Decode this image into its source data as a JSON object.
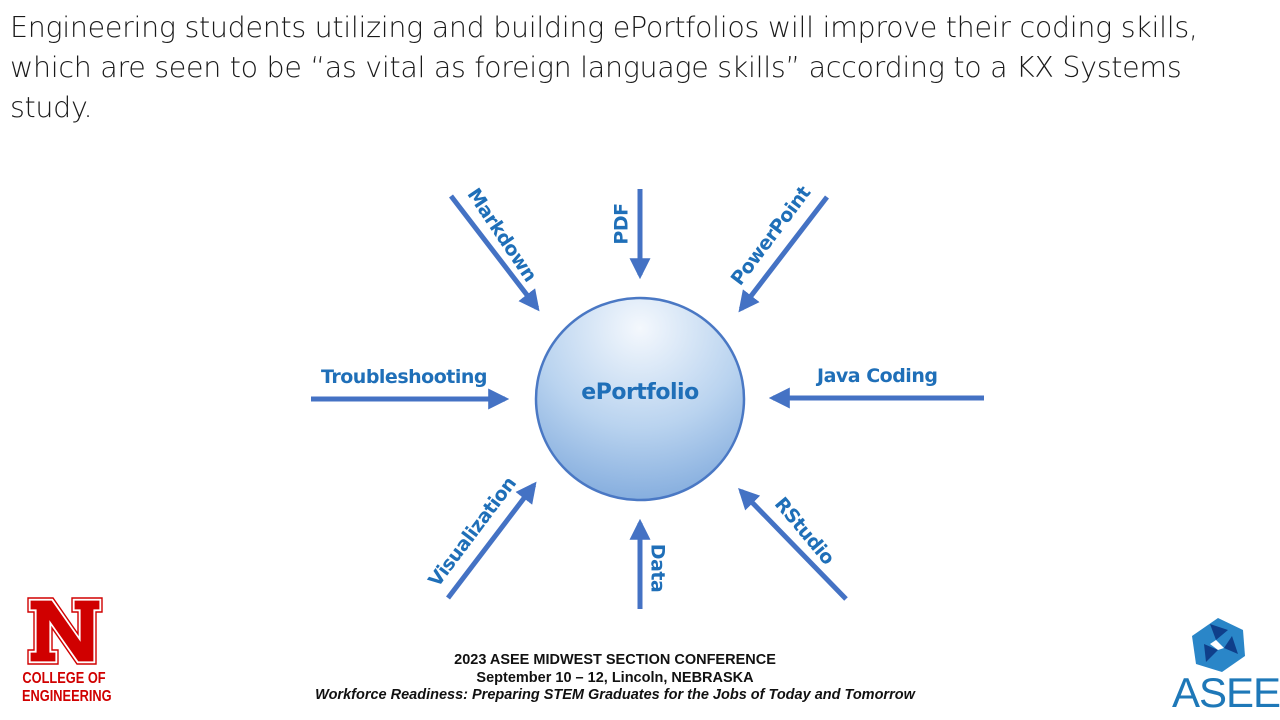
{
  "slide": {
    "headline": "Engineering students utilizing and building ePortfolios will improve their coding skills, which are seen to be “as vital as foreign language skills” according to a KX Systems study."
  },
  "diagram": {
    "center": "ePortfolio",
    "inputs": [
      {
        "label": "Markdown",
        "position": "top-left"
      },
      {
        "label": "PDF",
        "position": "top"
      },
      {
        "label": "PowerPoint",
        "position": "top-right"
      },
      {
        "label": "Troubleshooting",
        "position": "left"
      },
      {
        "label": "Java Coding",
        "position": "right"
      },
      {
        "label": "Visualization",
        "position": "bottom-left"
      },
      {
        "label": "Data",
        "position": "bottom"
      },
      {
        "label": "RStudio",
        "position": "bottom-right"
      }
    ],
    "colors": {
      "arrow": "#4472c4",
      "label": "#1f6fb8",
      "circle_light": "#eef4fb",
      "circle_dark": "#8fb6e2",
      "circle_stroke": "#4a78c4"
    }
  },
  "footer": {
    "line1": "2023 ASEE MIDWEST SECTION CONFERENCE",
    "line2": "September 10 – 12, Lincoln, NEBRASKA",
    "line3": "Workforce Readiness: Preparing STEM Graduates for the Jobs of Today and Tomorrow"
  },
  "logos": {
    "left": {
      "letter": "N",
      "line1": "COLLEGE OF",
      "line2": "ENGINEERING",
      "color": "#d00000"
    },
    "right": {
      "text": "ASEE",
      "color": "#1e78b8"
    }
  }
}
